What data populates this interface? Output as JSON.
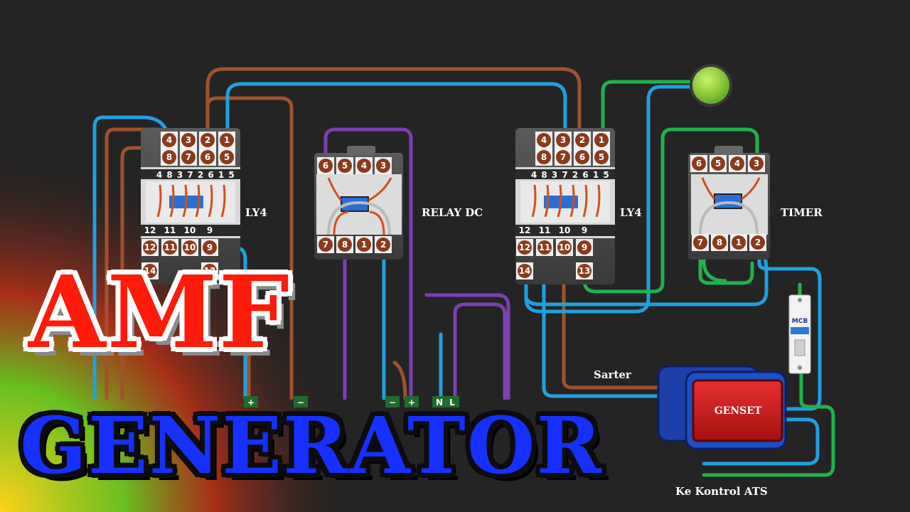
{
  "labels": {
    "relay1": "LY4",
    "relay_dc": "RELAY DC",
    "relay2": "LY4",
    "timer": "TIMER",
    "sarter": "Sarter",
    "genset": "GENSET",
    "ke_kontrol": "Ke Kontrol ATS",
    "mcb": "MCB"
  },
  "title": {
    "line1": "AMF",
    "line2": "GENERATOR"
  },
  "ly4_pins": {
    "top_row1": [
      "4",
      "3",
      "2",
      "1"
    ],
    "top_row2": [
      "8",
      "7",
      "6",
      "5"
    ],
    "contacts": [
      "4",
      "8",
      "3",
      "7",
      "2",
      "6",
      "1",
      "5"
    ],
    "mid_row": [
      "12",
      "11",
      "10",
      "9"
    ],
    "bottom_row1": [
      "12",
      "11",
      "10",
      "9"
    ],
    "coil": [
      "14",
      "13"
    ]
  },
  "relay_pins": {
    "top": [
      "6",
      "5",
      "4",
      "3"
    ],
    "bottom": [
      "7",
      "8",
      "1",
      "2"
    ]
  },
  "terminal_strip": [
    "+",
    "−",
    "−",
    "+",
    "N",
    "L"
  ],
  "colors": {
    "background": "#242424",
    "wire_brown": "#a0522d",
    "wire_blue": "#1fa0e0",
    "wire_purple": "#7b3fb5",
    "wire_green": "#22b14c",
    "lamp": "#8ad631",
    "title_red": "#ff1a0a",
    "title_blue": "#1630ff"
  },
  "icons": {
    "lamp": "green-indicator-lamp-icon",
    "mcb": "circuit-breaker-icon",
    "genset": "generator-icon"
  }
}
